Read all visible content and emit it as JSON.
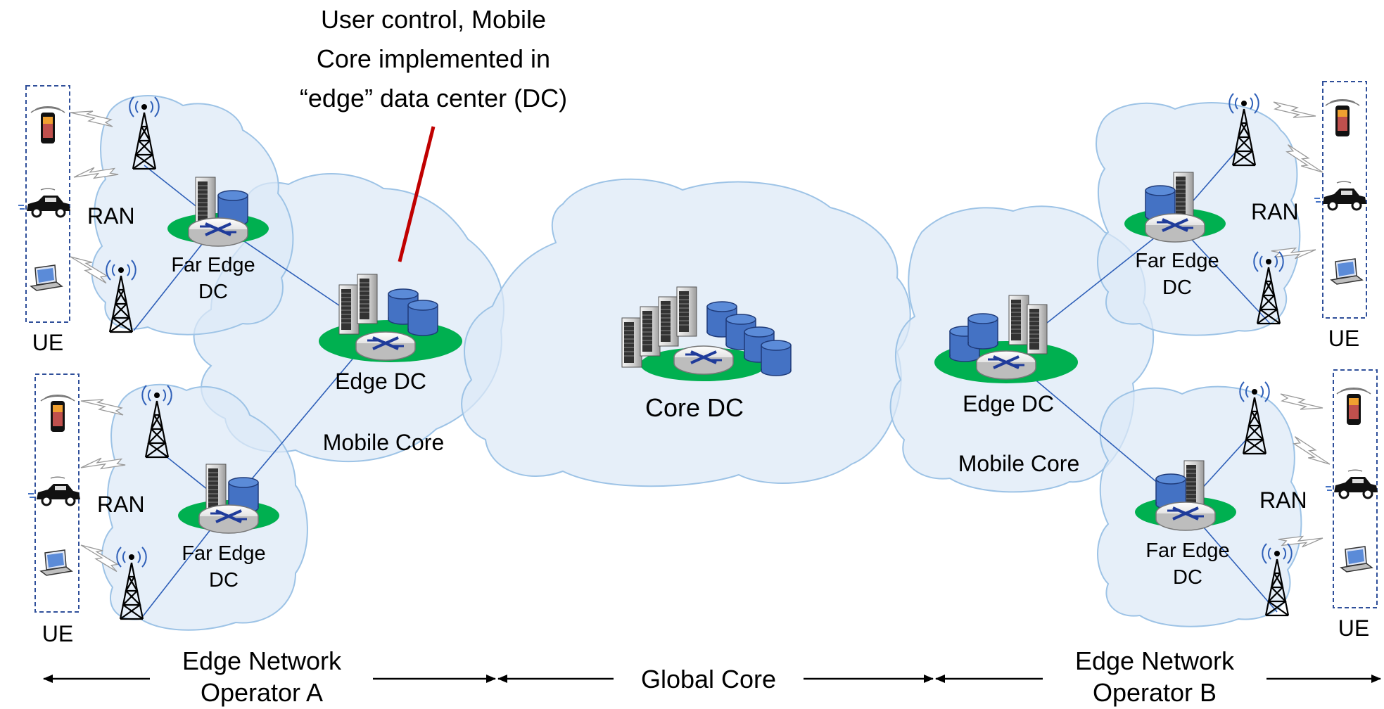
{
  "annotation": {
    "lines": [
      "User control, Mobile",
      "Core implemented in",
      "“edge” data center (DC)"
    ],
    "pointer_color": "#c00000"
  },
  "colors": {
    "cloud_fill": "#dce9f6",
    "cloud_stroke": "#9dc3e6",
    "platform_green": "#00b050",
    "cylinder_blue": "#4472c4",
    "ue_box_border": "#2f4f9a"
  },
  "labels": {
    "ran": "RAN",
    "ue": "UE",
    "far_edge_dc": [
      "Far Edge",
      "DC"
    ],
    "edge_dc": "Edge DC",
    "mobile_core": "Mobile Core",
    "core_dc": "Core DC"
  },
  "bottom": {
    "operator_a": [
      "Edge Network",
      "Operator A"
    ],
    "global_core": "Global Core",
    "operator_b": [
      "Edge Network",
      "Operator B"
    ]
  },
  "icons": [
    "cell-tower-icon",
    "smartphone-icon",
    "car-icon",
    "laptop-icon",
    "server-rack-icon",
    "database-icon",
    "router-icon"
  ]
}
